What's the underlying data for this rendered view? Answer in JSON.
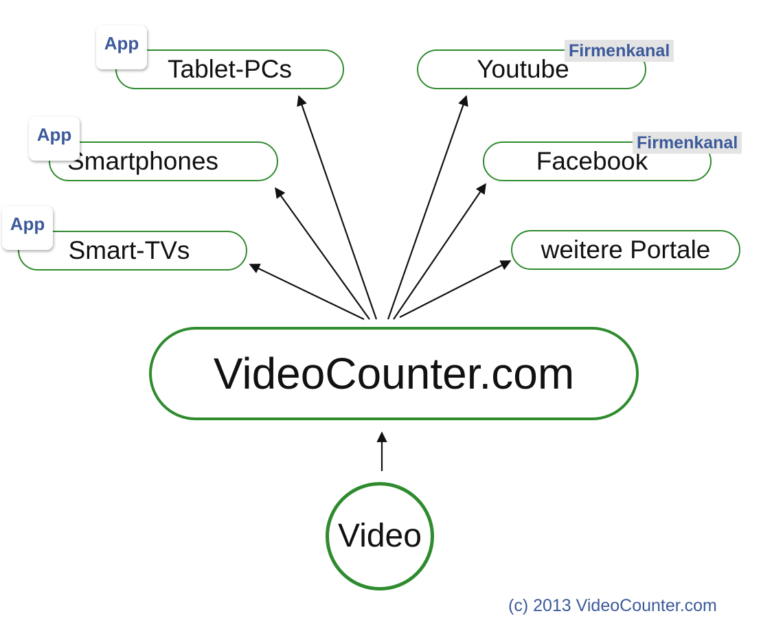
{
  "nodes": {
    "tablet": "Tablet-PCs",
    "smartphones": "Smartphones",
    "smarttv": "Smart-TVs",
    "youtube": "Youtube",
    "facebook": "Facebook",
    "portale": "weitere Portale",
    "hub": "VideoCounter.com",
    "source": "Video"
  },
  "badges": {
    "app": "App",
    "firmenkanal": "Firmenkanal"
  },
  "footer": {
    "copyright": "(c) 2013 VideoCounter.com"
  },
  "colors": {
    "node_border": "#2e8b2e",
    "badge_text": "#3c5a9a",
    "arrow": "#111111"
  }
}
